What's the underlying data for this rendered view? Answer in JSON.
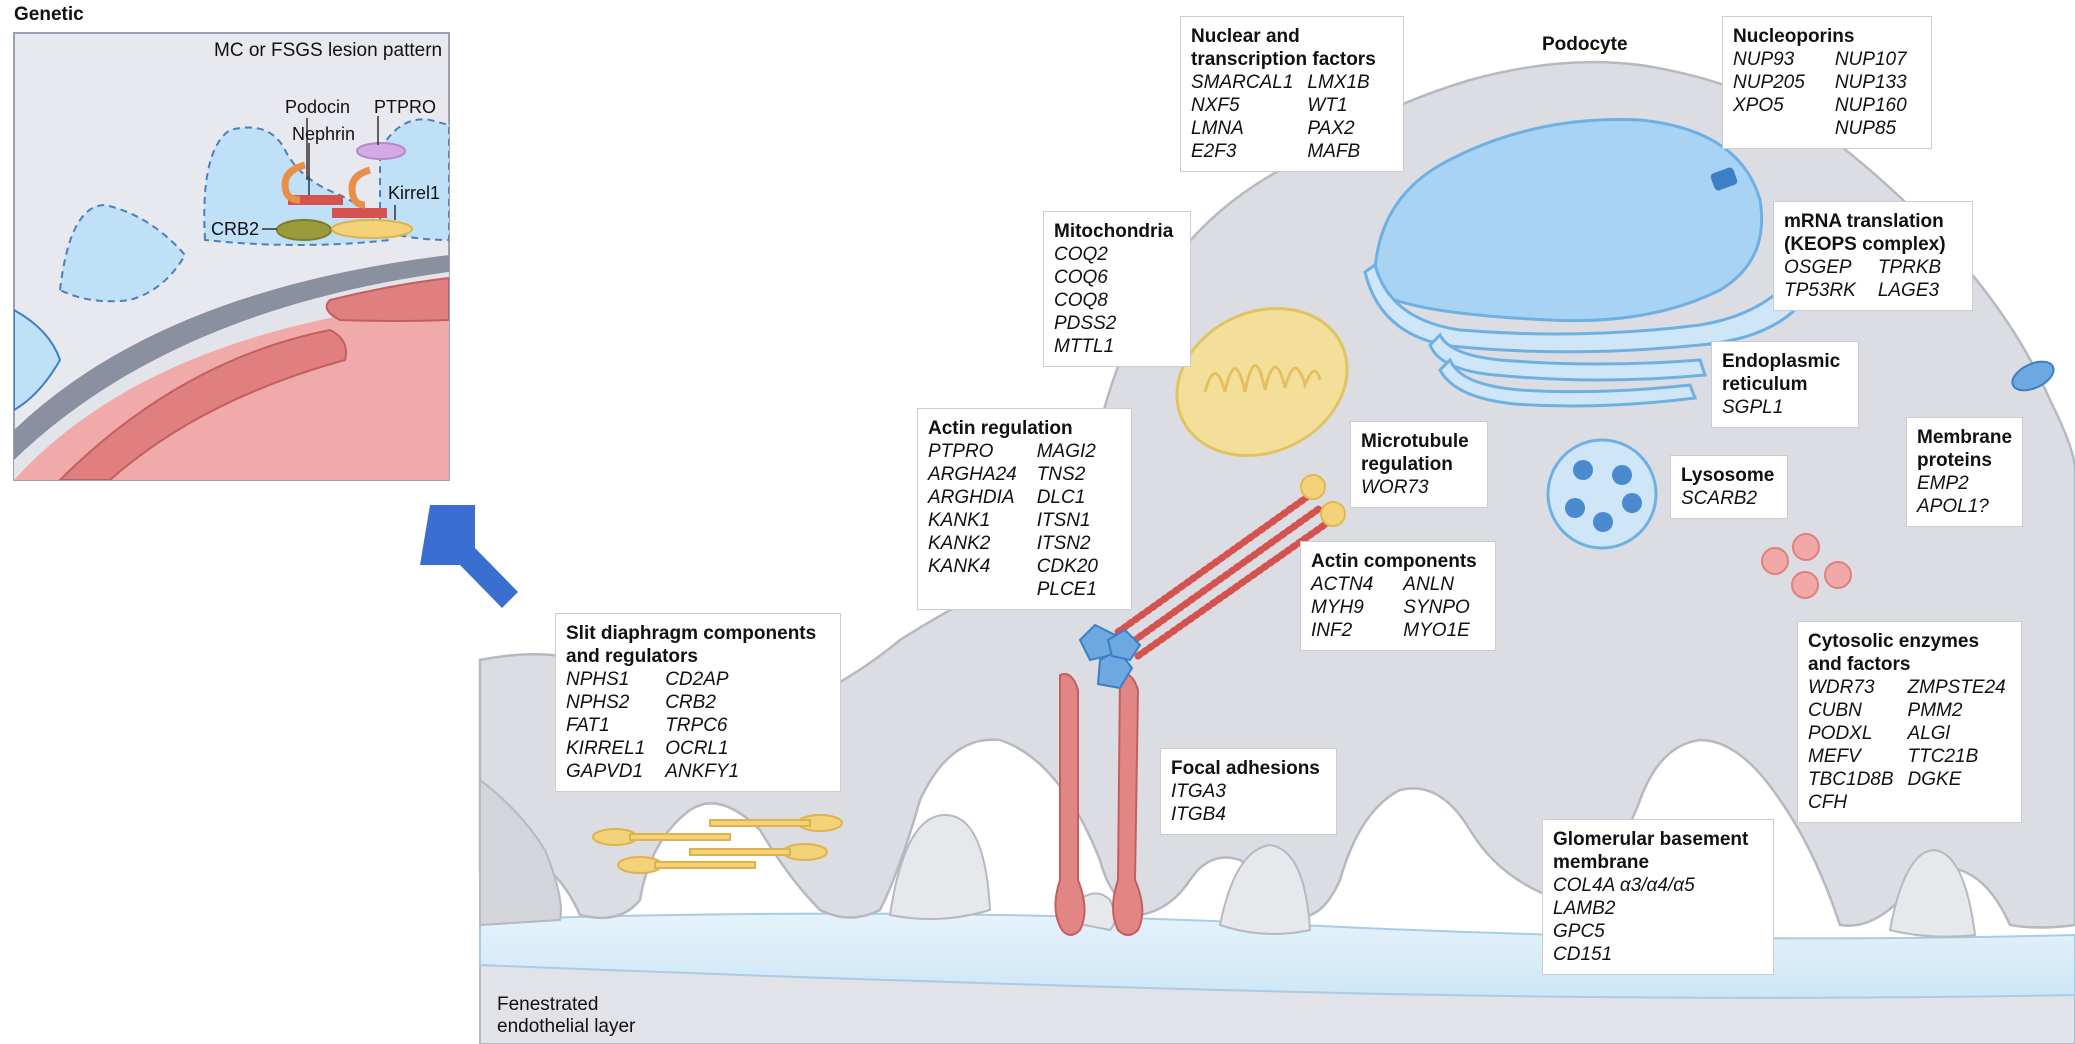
{
  "panel_label": "Genetic",
  "inset": {
    "title": "MC or FSGS lesion pattern",
    "labels": {
      "podocin": "Podocin",
      "ptpro": "PTPRO",
      "nephrin": "Nephrin",
      "kirrel1": "Kirrel1",
      "crb2": "CRB2"
    }
  },
  "cell_label": "Podocyte",
  "endothelial_label": "Fenestrated endothelial layer",
  "boxes": {
    "nuclear": {
      "title": "Nuclear and transcription factors",
      "col1": [
        "SMARCAL1",
        "NXF5",
        "LMNA",
        "E2F3"
      ],
      "col2": [
        "LMX1B",
        "WT1",
        "PAX2",
        "MAFB"
      ]
    },
    "nucleoporins": {
      "title": "Nucleoporins",
      "col1": [
        "NUP93",
        "NUP205",
        "XPO5"
      ],
      "col2": [
        "NUP107",
        "NUP133",
        "NUP160",
        "NUP85"
      ]
    },
    "mrna": {
      "title": "mRNA translation (KEOPS complex)",
      "col1": [
        "OSGEP",
        "TP53RK"
      ],
      "col2": [
        "TPRKB",
        "LAGE3"
      ]
    },
    "mitochondria": {
      "title": "Mitochondria",
      "col1": [
        "COQ2",
        "COQ6",
        "COQ8",
        "PDSS2",
        "MTTL1"
      ]
    },
    "er": {
      "title": "Endoplasmic reticulum",
      "col1": [
        "SGPL1"
      ]
    },
    "actin_reg": {
      "title": "Actin regulation",
      "col1": [
        "PTPRO",
        "ARGHA24",
        "ARGHDIA",
        "KANK1",
        "KANK2",
        "KANK4"
      ],
      "col2": [
        "MAGI2",
        "TNS2",
        "DLC1",
        "ITSN1",
        "ITSN2",
        "CDK20",
        "PLCE1"
      ]
    },
    "microtubule": {
      "title": "Microtubule regulation",
      "col1": [
        "WOR73"
      ]
    },
    "lysosome": {
      "title": "Lysosome",
      "col1": [
        "SCARB2"
      ]
    },
    "membrane": {
      "title": "Membrane proteins",
      "col1": [
        "EMP2",
        "APOL1?"
      ]
    },
    "actin_comp": {
      "title": "Actin components",
      "col1": [
        "ACTN4",
        "MYH9",
        "INF2"
      ],
      "col2": [
        "ANLN",
        "SYNPO",
        "MYO1E"
      ]
    },
    "slit": {
      "title": "Slit diaphragm components and regulators",
      "col1": [
        "NPHS1",
        "NPHS2",
        "FAT1",
        "KIRREL1",
        "GAPVD1"
      ],
      "col2": [
        "CD2AP",
        "CRB2",
        "TRPC6",
        "OCRL1",
        "ANKFY1"
      ]
    },
    "focal": {
      "title": "Focal adhesions",
      "col1": [
        "ITGA3",
        "ITGB4"
      ]
    },
    "cytosolic": {
      "title": "Cytosolic enzymes and factors",
      "col1": [
        "WDR73",
        "CUBN",
        "PODXL",
        "MEFV",
        "TBC1D8B",
        "CFH"
      ],
      "col2": [
        "ZMPSTE24",
        "PMM2",
        "ALGl",
        "TTC21B",
        "DGKE"
      ]
    },
    "gbm": {
      "title": "Glomerular basement membrane",
      "col1": [
        "COL4A α3/α4/α5",
        "LAMB2",
        "GPC5",
        "CD151"
      ]
    }
  },
  "colors": {
    "cell_fill": "#dcdde2",
    "cell_stroke": "#b6b8c2",
    "gbm_fill": "#dbeefa",
    "nucleus": "#a9d3f5",
    "er": "#8ec6ef",
    "mito": "#f1d98a",
    "actin": "#d5534e",
    "integrin": "#e08585",
    "slit": "#f3d37e",
    "arrow": "#3a6fd1",
    "inset_bg": "#e8e9ee",
    "inset_vessel": "#f1aaaa",
    "inset_gbm": "#8a90a0"
  }
}
